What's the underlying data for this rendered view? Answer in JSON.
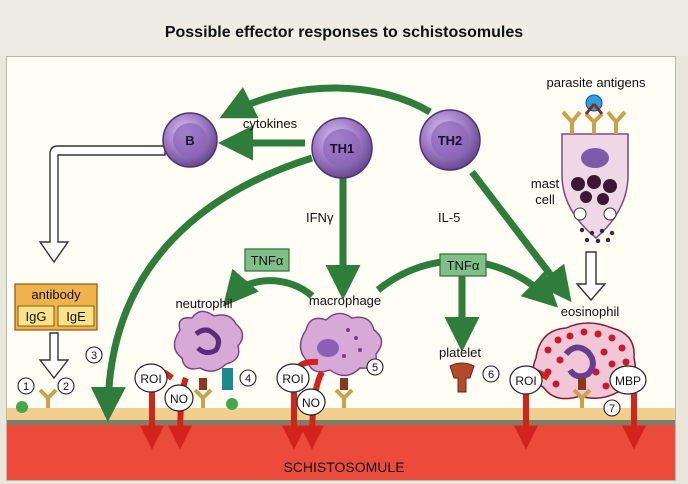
{
  "title": "Possible effector responses to schistosomules",
  "cells": {
    "b": "B",
    "th1": "TH1",
    "th2": "TH2",
    "neutrophil": "neutrophil",
    "macrophage": "macrophage",
    "platelet": "platelet",
    "eosinophil": "eosinophil",
    "mast_cell": "mast\ncell"
  },
  "labels": {
    "parasite_antigens": "parasite antigens",
    "cytokines": "cytokines",
    "ifn": "IFNγ",
    "il5": "IL-5",
    "tnf_left": "TNFα",
    "tnf_right": "TNFα",
    "antibody": "antibody",
    "igg": "IgG",
    "ige": "IgE",
    "roi": "ROI",
    "no": "NO",
    "mbp": "MBP",
    "schistosomule": "SCHISTOSOMULE"
  },
  "numbers": [
    "1",
    "2",
    "3",
    "4",
    "5",
    "6",
    "7"
  ],
  "colors": {
    "arrow_green": "#2f7d3a",
    "arrow_red": "#d2231d",
    "cell_purple": "#a27dc8",
    "tnf_box": "#7fc08a",
    "antibody_box": "#f0b24a",
    "schistosomule_band": "#ec4b3b",
    "membrane": "#f1cf8e"
  }
}
